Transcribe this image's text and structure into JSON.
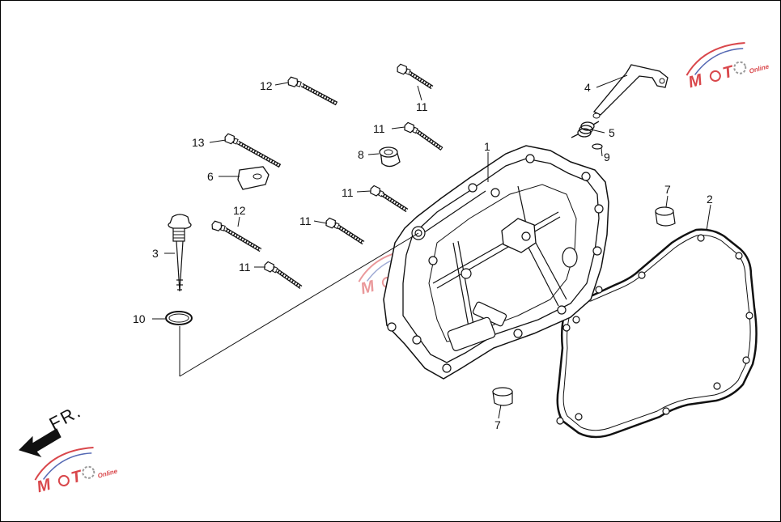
{
  "diagram": {
    "direction_label": "FR.",
    "callouts": [
      {
        "id": "c1",
        "text": "1"
      },
      {
        "id": "c2",
        "text": "2"
      },
      {
        "id": "c3",
        "text": "3"
      },
      {
        "id": "c4",
        "text": "4"
      },
      {
        "id": "c5",
        "text": "5"
      },
      {
        "id": "c6",
        "text": "6"
      },
      {
        "id": "c7a",
        "text": "7"
      },
      {
        "id": "c7b",
        "text": "7"
      },
      {
        "id": "c8",
        "text": "8"
      },
      {
        "id": "c9",
        "text": "9"
      },
      {
        "id": "c10",
        "text": "10"
      },
      {
        "id": "c11a",
        "text": "11"
      },
      {
        "id": "c11b",
        "text": "11"
      },
      {
        "id": "c11c",
        "text": "11"
      },
      {
        "id": "c11d",
        "text": "11"
      },
      {
        "id": "c11e",
        "text": "11"
      },
      {
        "id": "c12a",
        "text": "12"
      },
      {
        "id": "c12b",
        "text": "12"
      },
      {
        "id": "c13",
        "text": "13"
      }
    ],
    "watermark": {
      "brand": "MOTO"
    },
    "colors": {
      "line": "#111111",
      "part_fill": "#ffffff",
      "shade": "#cfcfcf",
      "watermark_red": "#d9474b",
      "watermark_blue": "#5468b3",
      "watermark_gray": "#9a9a9a"
    }
  }
}
